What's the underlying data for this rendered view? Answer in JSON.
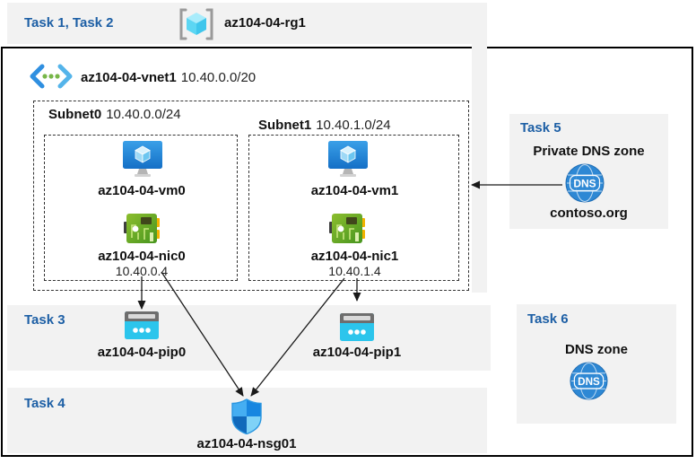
{
  "header": {
    "tasks_label": "Task 1, Task 2",
    "resource_group": "az104-04-rg1"
  },
  "vnet": {
    "name": "az104-04-vnet1",
    "cidr": "10.40.0.0/20",
    "subnets": [
      {
        "name": "Subnet0",
        "cidr": "10.40.0.0/24",
        "vm": "az104-04-vm0",
        "nic": "az104-04-nic0",
        "nic_ip": "10.40.0.4"
      },
      {
        "name": "Subnet1",
        "cidr": "10.40.1.0/24",
        "vm": "az104-04-vm1",
        "nic": "az104-04-nic1",
        "nic_ip": "10.40.1.4"
      }
    ]
  },
  "task3": {
    "label": "Task 3",
    "pip0": "az104-04-pip0",
    "pip1": "az104-04-pip1"
  },
  "task4": {
    "label": "Task 4",
    "nsg": "az104-04-nsg01"
  },
  "task5": {
    "label": "Task 5",
    "title": "Private DNS zone",
    "zone_name": "contoso.org",
    "dns_badge": "DNS"
  },
  "task6": {
    "label": "Task 6",
    "title": "DNS zone",
    "dns_badge": "DNS"
  },
  "colors": {
    "task_label_blue": "#1d5fa5",
    "panel_gray": "#f2f2f2",
    "vm_blue": "#2386dc",
    "nic_green": "#5ea32c",
    "pip_cyan": "#2cc5ec",
    "nsg_blue": "#1b8de4",
    "dns_blue": "#2e88d4",
    "border_black": "#000000"
  }
}
